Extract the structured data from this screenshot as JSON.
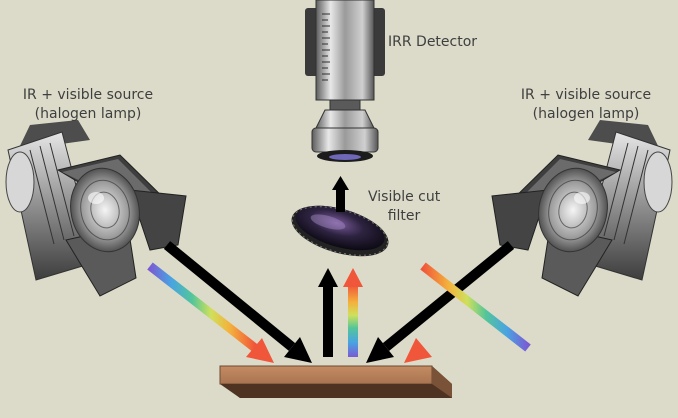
{
  "labels": {
    "left_source_line1": "IR + visible source",
    "left_source_line2": "(halogen lamp)",
    "right_source_line1": "IR + visible source",
    "right_source_line2": "(halogen lamp)",
    "detector": "IRR Detector",
    "filter_line1": "Visible cut",
    "filter_line2": "filter"
  },
  "colors": {
    "background": "#dcdbc9",
    "sample": "#b27d57",
    "arrow_ir": "#000000",
    "label_text": "#3f3f3f"
  },
  "icons": {
    "left_source": "spotlight-icon",
    "right_source": "spotlight-icon",
    "detector": "camera-detector-icon",
    "filter": "filter-disc-icon"
  }
}
